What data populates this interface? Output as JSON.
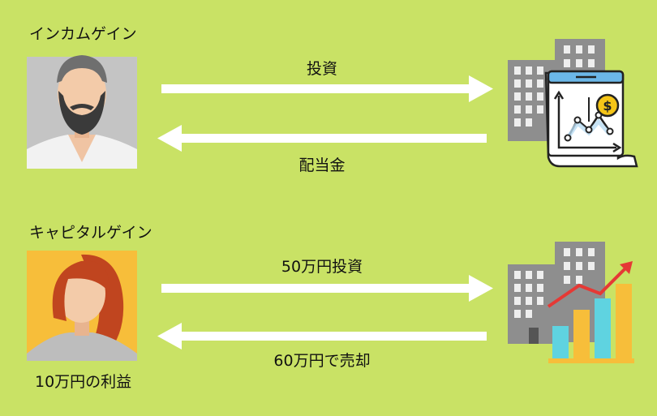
{
  "sections": [
    {
      "title": "インカムゲイン",
      "forward_label": "投資",
      "backward_label": "配当金"
    },
    {
      "title": "キャピタルゲイン",
      "forward_label": "50万円投資",
      "backward_label": "60万円で売却",
      "profit_note": "10万円の利益"
    }
  ],
  "icons": {
    "investor_1": "bearded-man-avatar-icon",
    "investor_2": "red-haired-woman-avatar-icon",
    "target_1": "building-with-stock-chart-icon",
    "target_2": "building-with-bar-chart-icon"
  },
  "colors": {
    "background": "#c9e265",
    "arrow": "#ffffff",
    "avatar_1_bg": "#c4c4c4",
    "avatar_2_bg": "#f7be3a",
    "building": "#8e8e8e",
    "trend_arrow": "#e53935",
    "dollar_coin": "#f5c518"
  }
}
